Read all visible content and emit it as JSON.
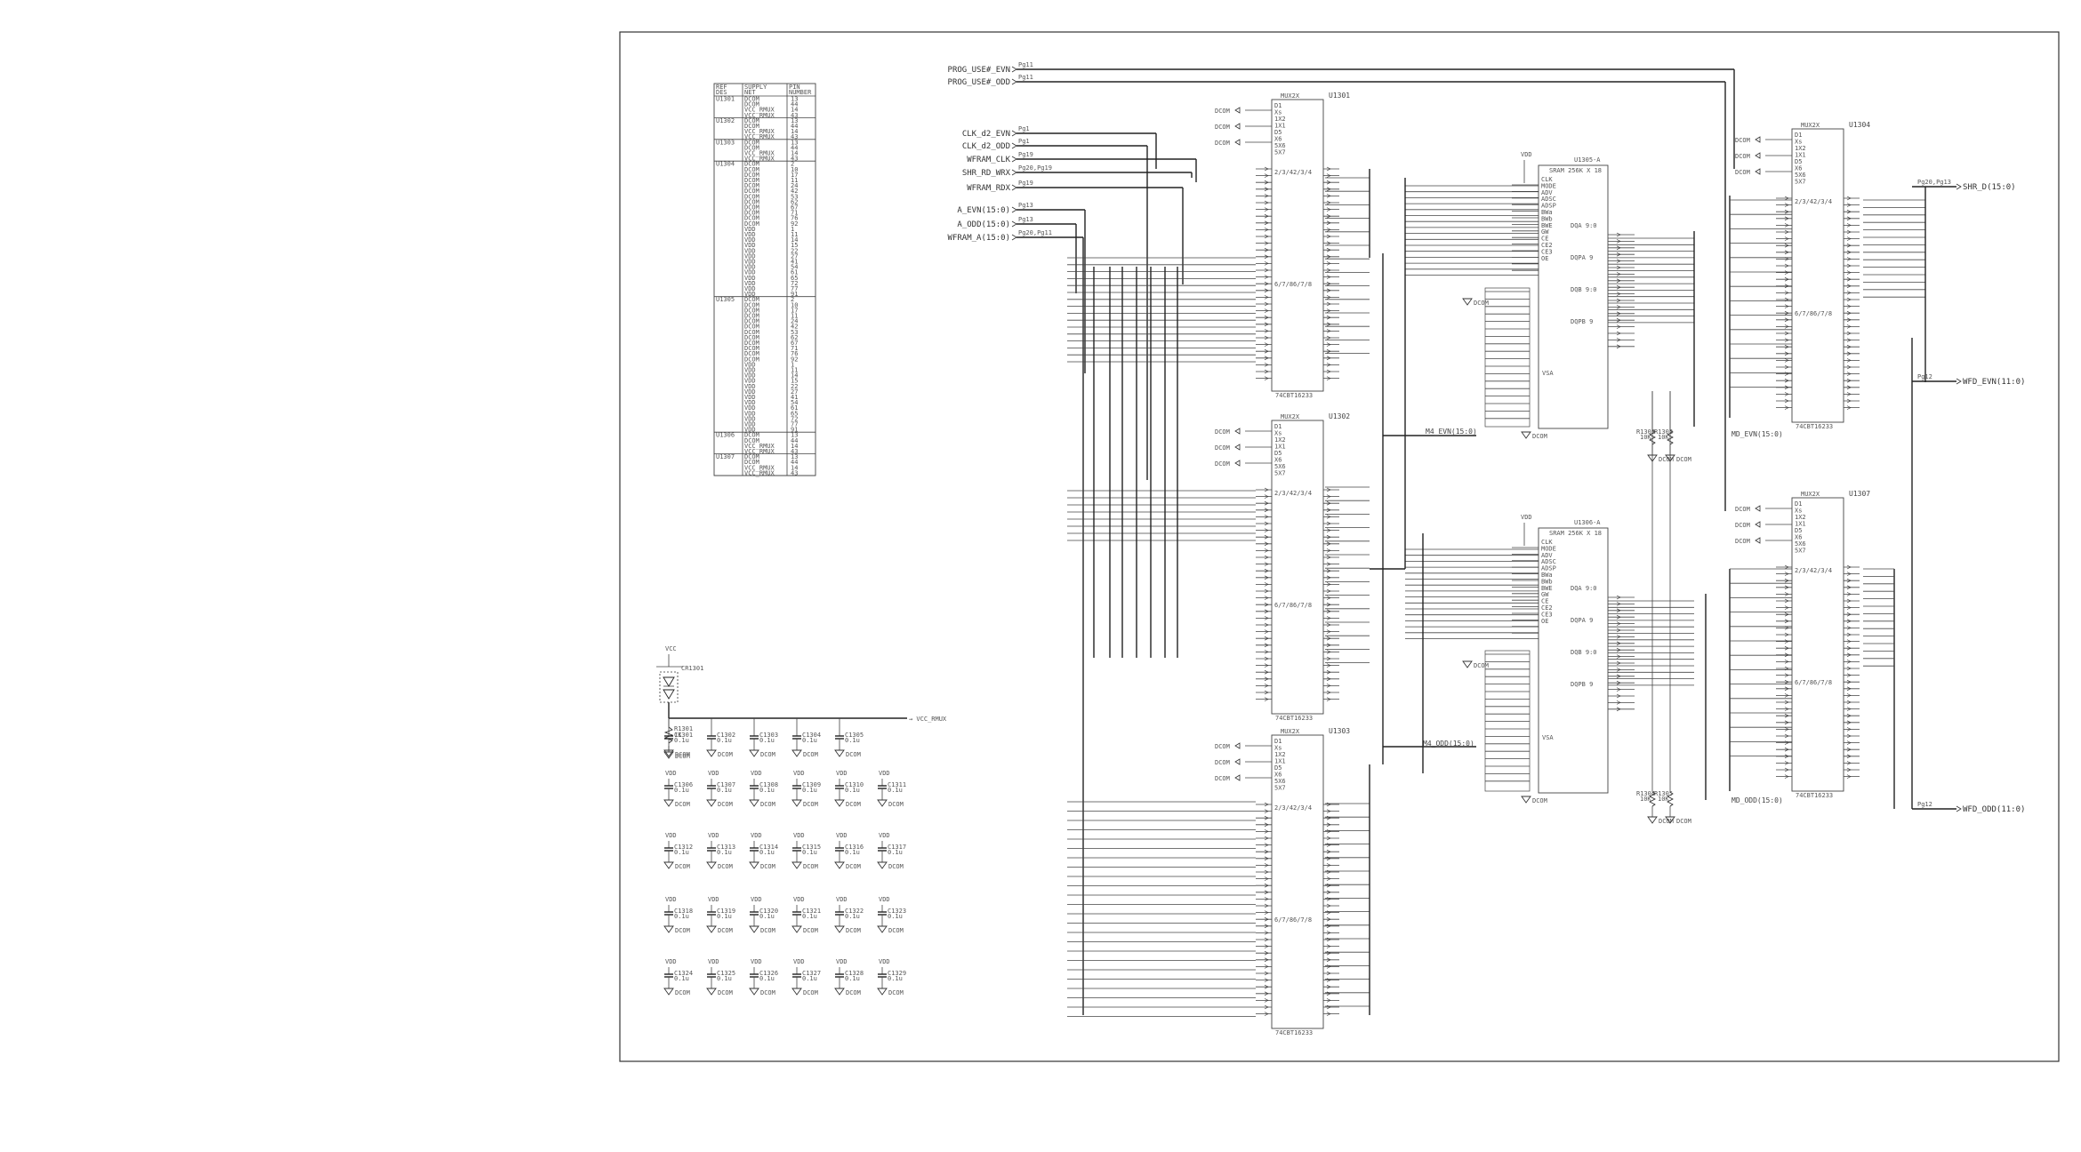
{
  "ports": [
    {
      "label": "PROG_USE#_EVN",
      "ref": "Pg11"
    },
    {
      "label": "PROG_USE#_ODD",
      "ref": "Pg11"
    },
    {
      "label": "CLK_d2_EVN",
      "ref": "Pg1"
    },
    {
      "label": "CLK_d2_ODD",
      "ref": "Pg1"
    },
    {
      "label": "WFRAM_CLK",
      "ref": "Pg19"
    },
    {
      "label": "SHR_RD_WRX",
      "ref": "Pg20,Pg19"
    },
    {
      "label": "WFRAM_RDX",
      "ref": "Pg19"
    },
    {
      "label": "A_EVN(15:0)",
      "ref": "Pg13"
    },
    {
      "label": "A_ODD(15:0)",
      "ref": "Pg13"
    },
    {
      "label": "WFRAM_A(15:0)",
      "ref": "Pg20,Pg11"
    }
  ],
  "outputs": [
    {
      "label": "SHR_D(15:0)",
      "ref": "Pg20,Pg13"
    },
    {
      "label": "WFD_EVN(11:0)",
      "ref": "Pg12"
    },
    {
      "label": "WFD_ODD(11:0)",
      "ref": "Pg12"
    }
  ],
  "nets": {
    "m4_evn": "M4_EVN(15:0)",
    "m4_odd": "M4_ODD(15:0)",
    "md_evn": "MD_EVN(15:0)",
    "md_odd": "MD_ODD(15:0)",
    "vcc_rmux": "VCC_RMUX",
    "dcom": "DCOM",
    "vcc": "VCC",
    "vdd": "VDD"
  },
  "mux_chips": [
    {
      "ref": "U1301",
      "title": "MUX2X",
      "part": "74CBT16233"
    },
    {
      "ref": "U1302",
      "title": "MUX2X",
      "part": "74CBT16233"
    },
    {
      "ref": "U1303",
      "title": "MUX2X",
      "part": "74CBT16233"
    },
    {
      "ref": "U1304",
      "title": "MUX2X",
      "part": "74CBT16233"
    },
    {
      "ref": "U1307",
      "title": "MUX2X",
      "part": "74CBT16233"
    }
  ],
  "mux_pin_labels": [
    "D1",
    "Xs",
    "1X2",
    "1X1",
    "D5",
    "X6",
    "5X6",
    "5X7"
  ],
  "mux_group_labels": [
    "2/3/4",
    "6/7/8"
  ],
  "sram_chips": [
    {
      "ref": "U1305-A",
      "title": "SRAM 256K X 18",
      "vsa": "VSA"
    },
    {
      "ref": "U1306-A",
      "title": "SRAM 256K X 18",
      "vsa": "VSA"
    }
  ],
  "sram_pin_labels": [
    "CLK",
    "MODE",
    "ADV",
    "ADSC",
    "ADSP",
    "BWa",
    "BWb",
    "BWE",
    "GW",
    "CE",
    "CE2",
    "CE3",
    "OE"
  ],
  "sram_data_labels": [
    "DQA 9:0",
    "DQPA 9",
    "DQB 9:0",
    "DQPB 9"
  ],
  "resistors": [
    {
      "ref": "R1303",
      "value": "10K"
    },
    {
      "ref": "R1302",
      "value": "10K"
    },
    {
      "ref": "R1304",
      "value": "10K"
    },
    {
      "ref": "R1305",
      "value": "10K"
    },
    {
      "ref": "R1301",
      "value": "1K"
    }
  ],
  "diode": {
    "ref": "CR1301"
  },
  "supply_table": {
    "headers": [
      "REF DES",
      "SUPPLY NET",
      "PIN NUMBER"
    ],
    "groups": [
      {
        "ref": "U1301",
        "rows": [
          [
            "DCOM",
            "13"
          ],
          [
            "DCOM",
            "44"
          ],
          [
            "VCC_RMUX",
            "14"
          ],
          [
            "VCC_RMUX",
            "43"
          ]
        ]
      },
      {
        "ref": "U1302",
        "rows": [
          [
            "DCOM",
            "13"
          ],
          [
            "DCOM",
            "44"
          ],
          [
            "VCC_RMUX",
            "14"
          ],
          [
            "VCC_RMUX",
            "43"
          ]
        ]
      },
      {
        "ref": "U1303",
        "rows": [
          [
            "DCOM",
            "13"
          ],
          [
            "DCOM",
            "44"
          ],
          [
            "VCC_RMUX",
            "14"
          ],
          [
            "VCC_RMUX",
            "43"
          ]
        ]
      },
      {
        "ref": "U1304",
        "rows": [
          [
            "DCOM",
            "2"
          ],
          [
            "DCOM",
            "10"
          ],
          [
            "DCOM",
            "17"
          ],
          [
            "DCOM",
            "11"
          ],
          [
            "DCOM",
            "24"
          ],
          [
            "DCOM",
            "42"
          ],
          [
            "DCOM",
            "53"
          ],
          [
            "DCOM",
            "62"
          ],
          [
            "DCOM",
            "67"
          ],
          [
            "DCOM",
            "71"
          ],
          [
            "DCOM",
            "76"
          ],
          [
            "DCOM",
            "92"
          ],
          [
            "VDD",
            "1"
          ],
          [
            "VDD",
            "11"
          ],
          [
            "VDD",
            "14"
          ],
          [
            "VDD",
            "15"
          ],
          [
            "VDD",
            "22"
          ],
          [
            "VDD",
            "27"
          ],
          [
            "VDD",
            "41"
          ],
          [
            "VDD",
            "54"
          ],
          [
            "VDD",
            "61"
          ],
          [
            "VDD",
            "65"
          ],
          [
            "VDD",
            "72"
          ],
          [
            "VDD",
            "77"
          ],
          [
            "VDD",
            "91"
          ]
        ]
      },
      {
        "ref": "U1305",
        "rows": [
          [
            "DCOM",
            "2"
          ],
          [
            "DCOM",
            "10"
          ],
          [
            "DCOM",
            "17"
          ],
          [
            "DCOM",
            "11"
          ],
          [
            "DCOM",
            "24"
          ],
          [
            "DCOM",
            "42"
          ],
          [
            "DCOM",
            "53"
          ],
          [
            "DCOM",
            "62"
          ],
          [
            "DCOM",
            "67"
          ],
          [
            "DCOM",
            "71"
          ],
          [
            "DCOM",
            "76"
          ],
          [
            "DCOM",
            "92"
          ],
          [
            "VDD",
            "1"
          ],
          [
            "VDD",
            "11"
          ],
          [
            "VDD",
            "14"
          ],
          [
            "VDD",
            "15"
          ],
          [
            "VDD",
            "22"
          ],
          [
            "VDD",
            "27"
          ],
          [
            "VDD",
            "41"
          ],
          [
            "VDD",
            "54"
          ],
          [
            "VDD",
            "61"
          ],
          [
            "VDD",
            "65"
          ],
          [
            "VDD",
            "72"
          ],
          [
            "VDD",
            "77"
          ],
          [
            "VDD",
            "91"
          ]
        ]
      },
      {
        "ref": "U1306",
        "rows": [
          [
            "DCOM",
            "13"
          ],
          [
            "DCOM",
            "44"
          ],
          [
            "VCC_RMUX",
            "14"
          ],
          [
            "VCC_RMUX",
            "43"
          ]
        ]
      },
      {
        "ref": "U1307",
        "rows": [
          [
            "DCOM",
            "13"
          ],
          [
            "DCOM",
            "44"
          ],
          [
            "VCC_RMUX",
            "14"
          ],
          [
            "VCC_RMUX",
            "43"
          ]
        ]
      }
    ]
  },
  "capacitors": [
    [
      {
        "ref": "C1301",
        "value": "0.1u"
      },
      {
        "ref": "C1302",
        "value": "0.1u"
      },
      {
        "ref": "C1303",
        "value": "0.1u"
      },
      {
        "ref": "C1304",
        "value": "0.1u"
      },
      {
        "ref": "C1305",
        "value": "0.1u"
      }
    ],
    [
      {
        "ref": "C1306",
        "value": "0.1u"
      },
      {
        "ref": "C1307",
        "value": "0.1u"
      },
      {
        "ref": "C1308",
        "value": "0.1u"
      },
      {
        "ref": "C1309",
        "value": "0.1u"
      },
      {
        "ref": "C1310",
        "value": "0.1u"
      },
      {
        "ref": "C1311",
        "value": "0.1u"
      }
    ],
    [
      {
        "ref": "C1312",
        "value": "0.1u"
      },
      {
        "ref": "C1313",
        "value": "0.1u"
      },
      {
        "ref": "C1314",
        "value": "0.1u"
      },
      {
        "ref": "C1315",
        "value": "0.1u"
      },
      {
        "ref": "C1316",
        "value": "0.1u"
      },
      {
        "ref": "C1317",
        "value": "0.1u"
      }
    ],
    [
      {
        "ref": "C1318",
        "value": "0.1u"
      },
      {
        "ref": "C1319",
        "value": "0.1u"
      },
      {
        "ref": "C1320",
        "value": "0.1u"
      },
      {
        "ref": "C1321",
        "value": "0.1u"
      },
      {
        "ref": "C1322",
        "value": "0.1u"
      },
      {
        "ref": "C1323",
        "value": "0.1u"
      }
    ],
    [
      {
        "ref": "C1324",
        "value": "0.1u"
      },
      {
        "ref": "C1325",
        "value": "0.1u"
      },
      {
        "ref": "C1326",
        "value": "0.1u"
      },
      {
        "ref": "C1327",
        "value": "0.1u"
      },
      {
        "ref": "C1328",
        "value": "0.1u"
      },
      {
        "ref": "C1329",
        "value": "0.1u"
      }
    ]
  ],
  "cap_supply_label": "VDD",
  "cap_ground_label": "DCOM"
}
